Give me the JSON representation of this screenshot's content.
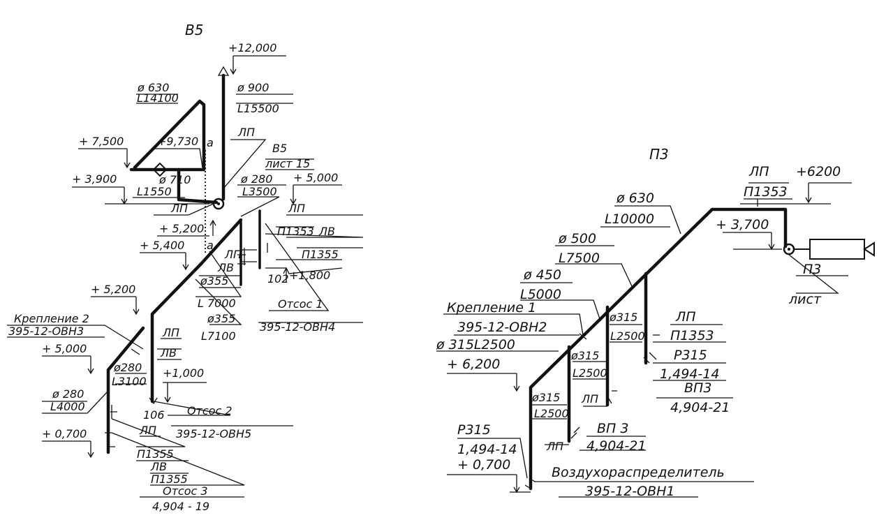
{
  "left": {
    "title": "В5",
    "elev_12000": "+12,000",
    "d630": "ø 630",
    "L14100": "L14100",
    "d900": "ø 900",
    "L15500": "L15500",
    "lp_top": "ЛП",
    "elev_7500": "+ 7,500",
    "elev_9730": "+9,730",
    "mark_a1": "а",
    "b5": "В5",
    "sheet15": "лист 15",
    "elev_3900": "+ 3,900",
    "d710": "ø 710",
    "L1550": "L1550",
    "d280_top": "ø 280",
    "L3500": "L3500",
    "elev_5000_r": "+ 5,000",
    "lp_mid": "ЛП",
    "lp_mid_r": "ЛП",
    "p1353": "П1353",
    "lv_r": "ЛВ",
    "elev_5200_a": "+ 5,200",
    "elev_5400": "+ 5,400",
    "mark_a2": "а",
    "p1355_r": "П1355",
    "lp_small": "ЛП",
    "lv_small": "ЛВ",
    "d355_a": "ø355",
    "n102": "102",
    "elev_1800": "+1,800",
    "elev_5200_b": "+ 5,200",
    "L7000": "L 7000",
    "otsos1": "Отсос 1",
    "d355_b": "ø355",
    "code_ovn4": "395-12-ОВН4",
    "L7100": "L7100",
    "fix2": "Крепление 2",
    "code_ovn3": "395-12-ОВН3",
    "elev_5000_l": "+ 5,000",
    "lp_c": "ЛП",
    "lv_c": "ЛВ",
    "d280_c": "ø280",
    "elev_1000": "+1,000",
    "L3100": "L3100",
    "d280_l": "ø 280",
    "L4000": "L4000",
    "otsos2": "Отсос 2",
    "n106": "106",
    "code_ovn5": "395-12-ОВН5",
    "elev_0700": "+ 0,700",
    "lp_b": "ЛП",
    "p1355_b1": "П1355",
    "lv_b": "ЛВ",
    "p1355_b2": "П1355",
    "otsos3": "Отсос 3",
    "code_4904_19": "4,904 - 19"
  },
  "right": {
    "title": "П3",
    "lp_top": "ЛП",
    "elev_6200_top": "+6200",
    "p1353_top": "П1353",
    "d630": "ø 630",
    "L10000": "L10000",
    "elev_3700": "+ 3,700",
    "d500": "ø 500",
    "L7500": "L7500",
    "unit_p3": "П3",
    "unit_sheet": "лист",
    "d450": "ø 450",
    "L5000": "L5000",
    "fix1": "Крепление 1",
    "d315_a": "ø315",
    "lp_r": "ЛП",
    "code_ovn2": "395-12-ОВН2",
    "L2500_a": "L2500",
    "p1353_r": "П1353",
    "d315_L2500": "ø 315L2500",
    "d315_b": "ø315",
    "p315_r": "Р315",
    "elev_6200": "+ 6,200",
    "L2500_b": "L2500",
    "code_1494_r": "1,494-14",
    "vp3_r": "ВП3",
    "d315_c": "ø315",
    "lp_c": "ЛП",
    "code_4904_21_r": "4,904-21",
    "L2500_c": "L2500",
    "p315_l": "Р315",
    "vp3_l": "ВП 3",
    "code_1494_l": "1,494-14",
    "lp_l": "ЛП",
    "code_4904_21_l": "4,904-21",
    "elev_0700": "+ 0,700",
    "distributor": "Воздухораспределитель",
    "code_ovn1": "395-12-ОВН1"
  }
}
